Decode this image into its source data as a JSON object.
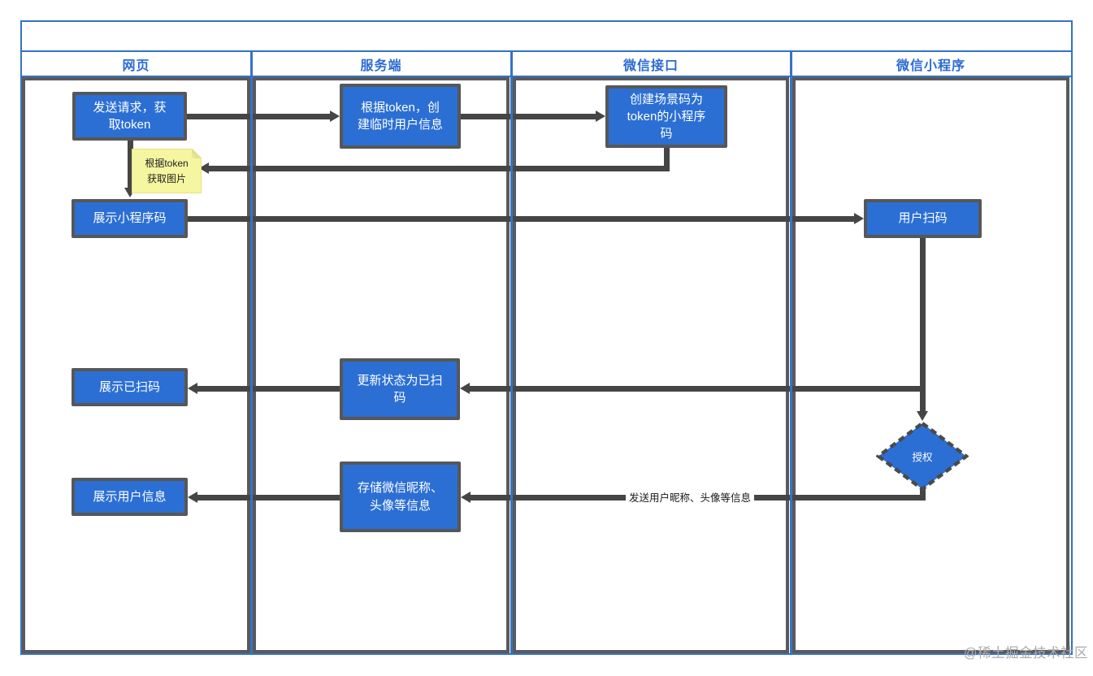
{
  "lanes": [
    {
      "label": "网页"
    },
    {
      "label": "服务端"
    },
    {
      "label": "微信接口"
    },
    {
      "label": "微信小程序"
    }
  ],
  "nodes": {
    "send_request": {
      "label": "发送请求，获取token"
    },
    "create_temp_user": {
      "label": "根据token，创建临时用户信息"
    },
    "create_scene_code": {
      "label": "创建场景码为token的小程序码"
    },
    "show_mini_code": {
      "label": "展示小程序码"
    },
    "user_scan": {
      "label": "用户扫码"
    },
    "show_scanned": {
      "label": "展示已扫码"
    },
    "update_status": {
      "label": "更新状态为已扫码"
    },
    "store_wechat_info": {
      "label": "存储微信昵称、头像等信息"
    },
    "show_user_info": {
      "label": "展示用户信息"
    },
    "authorize": {
      "label": "授权"
    }
  },
  "note": {
    "text": "根据token\n获取图片"
  },
  "edge_labels": {
    "send_user_info": "发送用户昵称、头像等信息"
  },
  "watermark": "@稀土掘金技术社区",
  "colors": {
    "node_fill": "#2C6FD4",
    "node_border": "#575757",
    "lane_border": "#3572C8",
    "lane_title_text": "#2A6BD2",
    "arrow": "#454545",
    "note_fill": "#F6F6A0",
    "edge_label_bg": "#FFFFFF"
  }
}
